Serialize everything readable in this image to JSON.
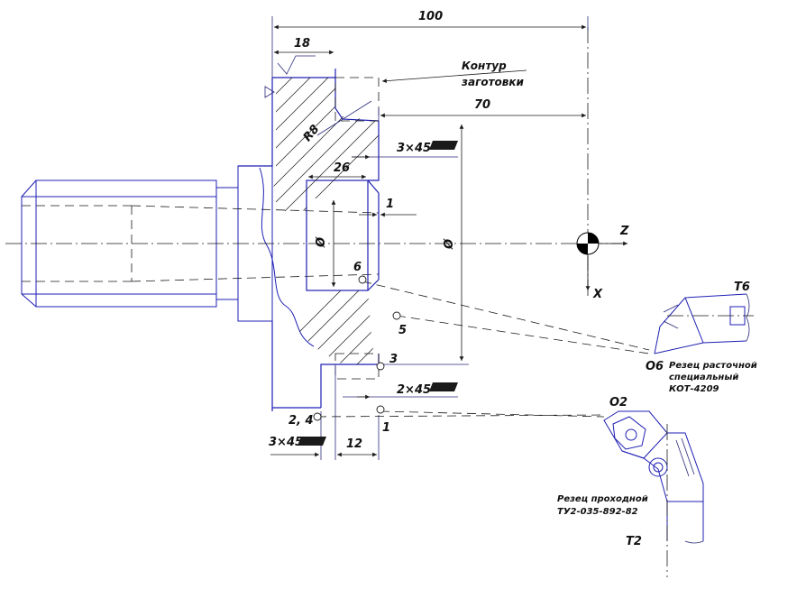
{
  "dimensions": {
    "d100": "100",
    "d18": "18",
    "d70": "70",
    "d26": "26",
    "d1a": "1",
    "d12": "12",
    "r8": "R8",
    "chamfer_top": "3×45",
    "chamfer_mid": "2×45",
    "chamfer_bottom": "3×45"
  },
  "labels": {
    "blank_contour_line1": "Контур",
    "blank_contour_line2": "заготовки",
    "axis_z": "Z",
    "axis_x": "X",
    "point_6": "6",
    "point_5": "5",
    "point_3": "3",
    "point_1": "1",
    "point_2_4": "2, 4",
    "tool_t6": "T6",
    "tool_t2": "T2",
    "origin_o6": "O6",
    "origin_o2": "O2",
    "boring_tool_line1": "Резец расточной",
    "boring_tool_line2": "специальный",
    "boring_tool_line3": "КОТ-4209",
    "turning_tool_line1": "Резец проходной",
    "turning_tool_line2": "ТУ2-035-892-82"
  },
  "colors": {
    "contour": "#1f1fb4",
    "hatch": "#1a1a1a",
    "origin_fill": "#000000"
  }
}
